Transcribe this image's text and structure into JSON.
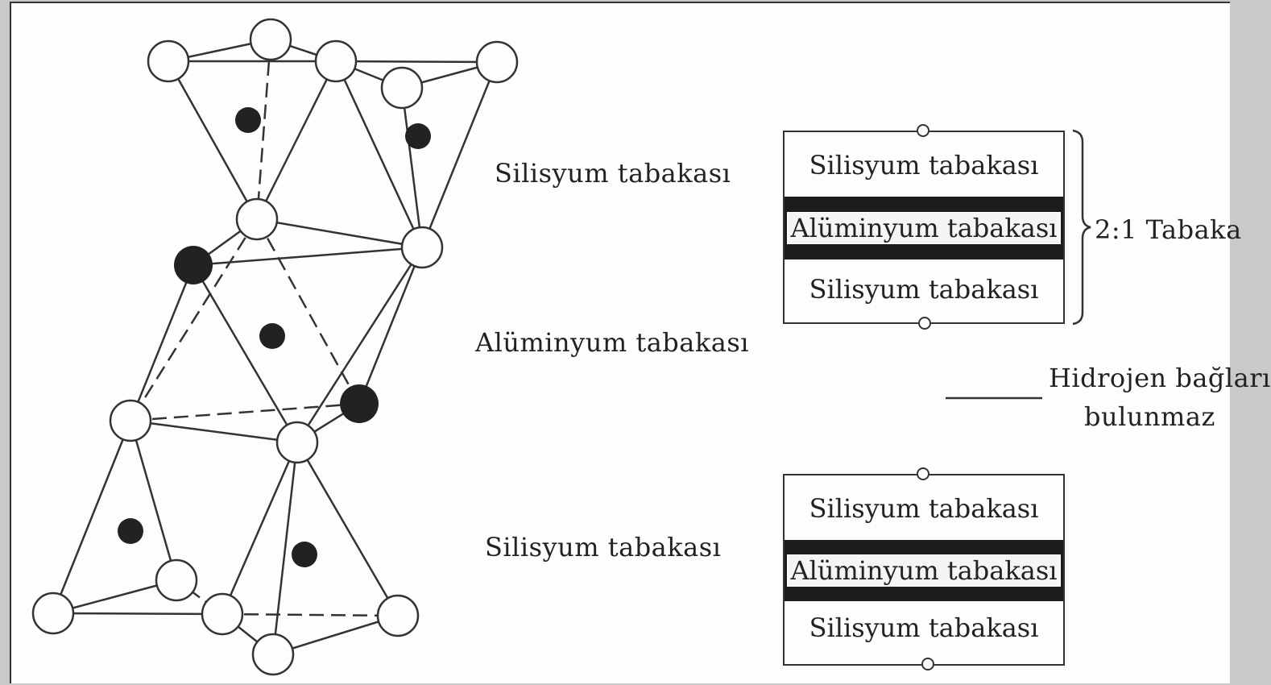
{
  "structure_labels": {
    "top": "Silisyum  tabakası",
    "middle": "Alüminyum  tabakası",
    "bottom": "Silisyum  tabakası"
  },
  "unit_1": {
    "top": "Silisyum  tabakası",
    "middle": "Alüminyum  tabakası",
    "bottom": "Silisyum  tabakası"
  },
  "unit_2": {
    "top": "Silisyum  tabakası",
    "middle": "Alüminyum  tabakası",
    "bottom": "Silisyum  tabakası"
  },
  "brace_label": "2:1 Tabaka",
  "gap_label_line1": "Hidrojen bağları",
  "gap_label_line2": "bulunmaz",
  "colors": {
    "ink": "#333333",
    "dark_layer": "#1c1c1c",
    "paper": "#fdfdfb"
  }
}
